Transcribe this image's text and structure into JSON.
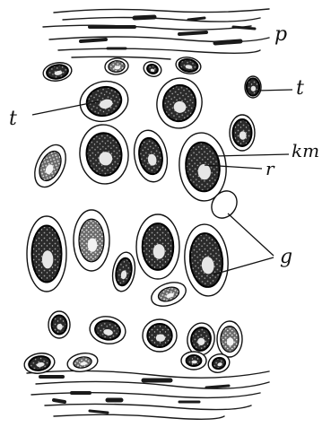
{
  "figure": {
    "labels": {
      "p": "p",
      "t_left": "t",
      "t_right": "t",
      "km": "km",
      "r": "r",
      "g": "g"
    }
  },
  "colors": {
    "ink": "#111111",
    "paper": "#ffffff",
    "nucleus": "#1a1a1a",
    "speckle": "#9a9a9a"
  }
}
